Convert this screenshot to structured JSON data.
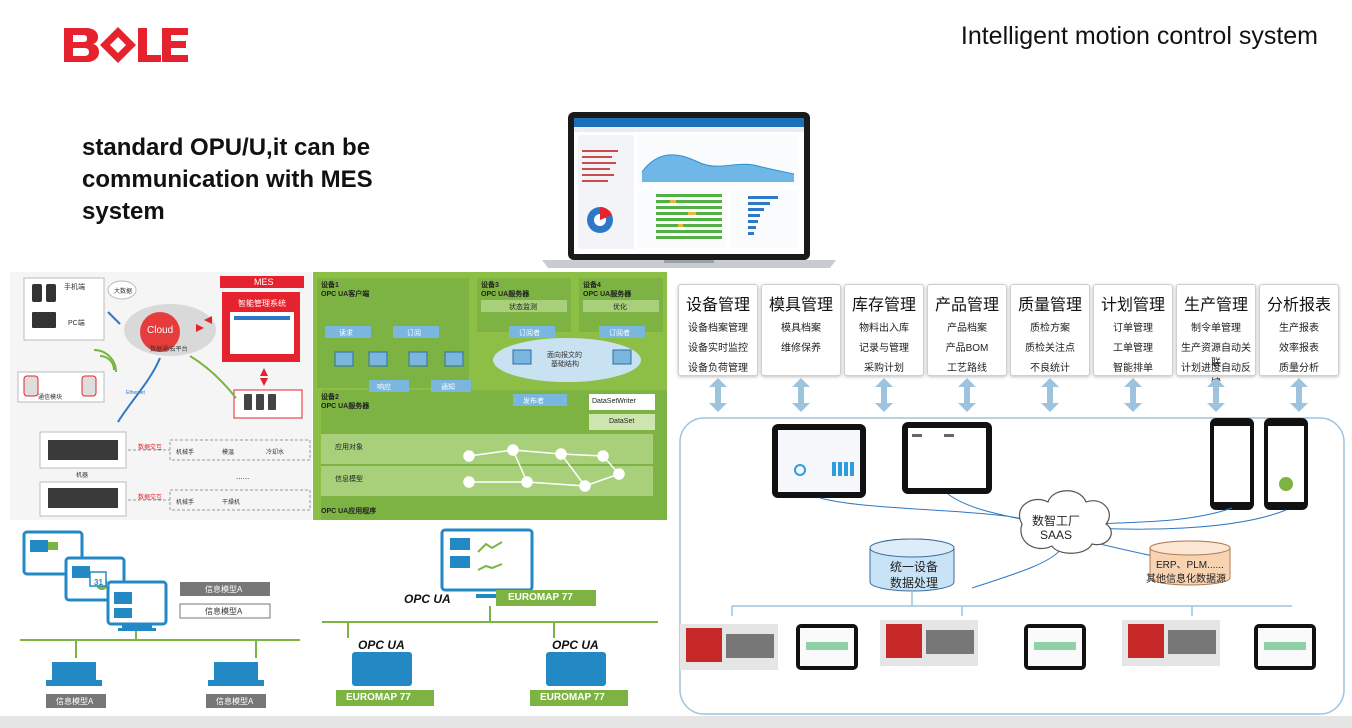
{
  "header": {
    "title": "Intelligent motion control system",
    "logo_text": "BOLE",
    "brand_color": "#e6222e"
  },
  "intro": {
    "text": "standard OPU/U,it can be communication with MES system"
  },
  "panel1": {
    "labels": {
      "phone": "手机端",
      "pc": "PC端",
      "big_data": "大数据",
      "cloud": "Cloud",
      "cloud_sub": "数据通/云平台",
      "mes": "MES",
      "smart_system": "智能管理系统",
      "device_box": "通信模块",
      "ethernet": "Ethernet",
      "machine": "机器",
      "data_exchange_1": "数据交互",
      "data_exchange_2": "数据交互",
      "robot_1": "机械手",
      "robot_2": "机械手",
      "mold_temp": "模温",
      "cold_water": "冷却水",
      "dryer": "干燥机",
      "more": "......"
    }
  },
  "panel2": {
    "labels": {
      "dev1": "设备1",
      "dev1_sub": "OPC UA客户端",
      "dev3": "设备3",
      "dev3_sub": "OPC UA服务器",
      "dev4": "设备4",
      "dev4_sub": "OPC UA服务器",
      "read": "读求",
      "subscribe1": "订阅",
      "subscribe2": "订阅者",
      "subscribe3": "订阅者",
      "status_monitor": "状态监测",
      "optimize": "优化",
      "response": "响应",
      "notify": "通知",
      "cloud_note_1": "面向报文的",
      "cloud_note_2": "基础结构",
      "publisher": "发布者",
      "dataset_writer": "DataSetWriter",
      "dataset": "DataSet",
      "dev2": "设备2",
      "dev2_sub": "OPC UA服务器",
      "app_object": "应用对象",
      "info_model": "信息模型",
      "footer": "OPC UA应用程序"
    }
  },
  "panel3": {
    "labels": {
      "info_a1": "信息模型A",
      "info_a2": "信息模型A",
      "info_a3": "信息模型A",
      "info_a4": "信息模型A",
      "calendar": "31"
    }
  },
  "panel4": {
    "opc_ua_main": "OPC UA",
    "euromap_main": "EUROMAP 77",
    "opc_ua_left": "OPC UA",
    "euromap_left": "EUROMAP 77",
    "opc_ua_right": "OPC UA",
    "euromap_right": "EUROMAP 77",
    "green": "#7cb342",
    "blue": "#1f75b8"
  },
  "panel5": {
    "modules": [
      {
        "title": "设备管理",
        "items": [
          "设备档案管理",
          "设备实时监控",
          "设备负荷管理"
        ]
      },
      {
        "title": "模具管理",
        "items": [
          "模具档案",
          "维修保养"
        ]
      },
      {
        "title": "库存管理",
        "items": [
          "物料出入库",
          "记录与管理",
          "采购计划"
        ]
      },
      {
        "title": "产品管理",
        "items": [
          "产品档案",
          "产品BOM",
          "工艺路线"
        ]
      },
      {
        "title": "质量管理",
        "items": [
          "质检方案",
          "质检关注点",
          "不良统计"
        ]
      },
      {
        "title": "计划管理",
        "items": [
          "订单管理",
          "工单管理",
          "智能排单"
        ]
      },
      {
        "title": "生产管理",
        "items": [
          "制令单管理",
          "生产资源自动关联",
          "计划进度自动反馈"
        ]
      },
      {
        "title": "分析报表",
        "items": [
          "生产报表",
          "效率报表",
          "质量分析"
        ]
      }
    ],
    "cloud_label_1": "数智工厂",
    "cloud_label_2": "SAAS",
    "db_label_1": "统一设备",
    "db_label_2": "数据处理",
    "erp_label_1": "ERP、PLM......",
    "erp_label_2": "其他信息化数据源"
  }
}
